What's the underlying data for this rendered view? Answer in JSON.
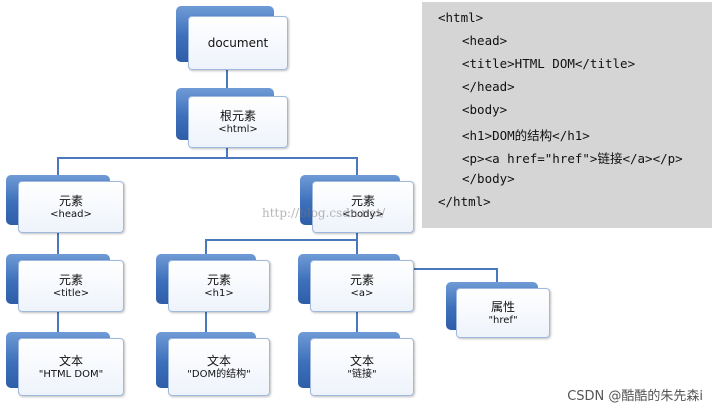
{
  "diagram": {
    "nodes": {
      "document": {
        "line1": "document",
        "line2": ""
      },
      "root": {
        "line1": "根元素",
        "line2": "<html>"
      },
      "head": {
        "line1": "元素",
        "line2": "<head>"
      },
      "body": {
        "line1": "元素",
        "line2": "<body>"
      },
      "title": {
        "line1": "元素",
        "line2": "<title>"
      },
      "h1": {
        "line1": "元素",
        "line2": "<h1>"
      },
      "a": {
        "line1": "元素",
        "line2": "<a>"
      },
      "attr": {
        "line1": "属性",
        "line2": "\"href\""
      },
      "text_title": {
        "line1": "文本",
        "line2": "\"HTML DOM\""
      },
      "text_h1": {
        "line1": "文本",
        "line2": "\"DOM的结构\""
      },
      "text_a": {
        "line1": "文本",
        "line2": "\"链接\""
      }
    }
  },
  "code": {
    "lines": [
      "<html>",
      "<head>",
      "<title>HTML DOM</title>",
      "</head>",
      "<body>",
      "<h1>DOM的结构</h1>",
      "<p><a href=\"href\">链接</a></p>",
      "</body>",
      "</html>"
    ]
  },
  "watermark": "http://blog.csdn.net/",
  "footer": "CSDN @酷酷的朱先森i"
}
